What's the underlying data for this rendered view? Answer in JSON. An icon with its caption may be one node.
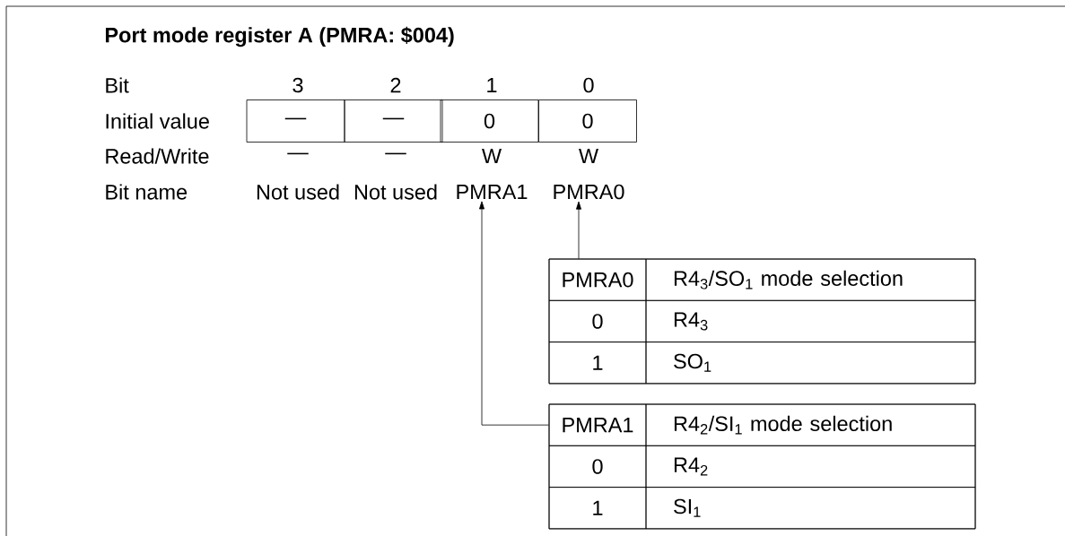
{
  "diagram": {
    "title": "Port mode register A (PMRA:  $004)",
    "nodes": [
      {
        "text": [
          "PMRA1"
        ]
      },
      {
        "text": [
          "PMRA0"
        ]
      },
      {
        "text": [
          "PMRA0",
          "R4$_{3}$/SO$_{1}$ mode selection",
          "0",
          "R4$_{3}$",
          "1",
          "SO$_{1}$"
        ]
      },
      {
        "text": [
          "PMRA1",
          "R4$_{2}$/SI$_{1}$ mode selection",
          "0",
          "R4$_{2}$",
          "1",
          "SI$_{1}$"
        ]
      }
    ],
    "edges": [
      {
        "from": 3,
        "to": 0,
        "arrow": "to"
      },
      {
        "from": 2,
        "to": 1,
        "arrow": "to"
      }
    ],
    "labels": [
      "Bit",
      "3",
      "2",
      "1",
      "0",
      "Initial value",
      "—",
      "—",
      "0",
      "0",
      "Read/Write",
      "—",
      "—",
      "W",
      "W",
      "Bit name",
      "Not used",
      "Not used"
    ]
  }
}
